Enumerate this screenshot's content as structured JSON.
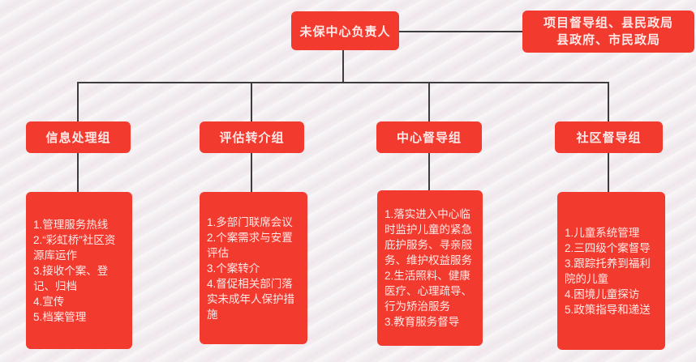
{
  "colors": {
    "node_red": "#f33a2e",
    "node_text": "#ffe9e8",
    "connector": "#3d3d3d",
    "background": "#f3eef1"
  },
  "root": {
    "label": "未保中心负责人"
  },
  "supervisors": {
    "line1": "项目督导组、县民政局",
    "line2": "县政府、市民政局"
  },
  "groups": [
    {
      "title": "信息处理组",
      "tasks": "1.管理服务热线\n2.“彩虹桥”社区资源库运作\n3.接收个案、登记、归档\n4.宣传\n5.档案管理"
    },
    {
      "title": "评估转介组",
      "tasks": "1.多部门联席会议\n2.个案需求与安置评估\n3.个案转介\n4.督促相关部门落实未成年人保护措施"
    },
    {
      "title": "中心督导组",
      "tasks": "1.落实进入中心临时监护儿童的紧急庇护服务、寻亲服务、维护权益服务\n2.生活照料、健康医疗、心理疏导、行为矫治服务\n3.教育服务督导"
    },
    {
      "title": "社区督导组",
      "tasks": "1.儿童系统管理\n2.三四级个案督导\n3.跟踪托养到福利院的儿童\n4.困境儿童探访\n5.政策指导和递送"
    }
  ]
}
